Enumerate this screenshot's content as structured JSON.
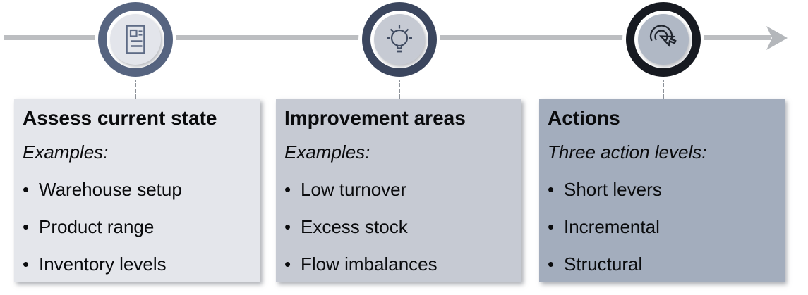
{
  "figure": {
    "type": "three-step-process-timeline",
    "direction": "left-to-right"
  },
  "timeline": {
    "line_color": "#bcbec1",
    "arrow_color": "#b4b7bb",
    "connector_color": "#8d9299"
  },
  "steps": [
    {
      "icon": "document-report-icon",
      "ring_color": "#566480",
      "inner_color": "#e3e5eb",
      "icon_color": "#5e6b86",
      "card_bg": "#e4e6eb",
      "title": "Assess current state",
      "subtitle": "Examples:",
      "bullet_char": "•",
      "bullets": [
        "Warehouse setup",
        "Product range",
        "Inventory levels"
      ]
    },
    {
      "icon": "lightbulb-idea-icon",
      "ring_color": "#3b465e",
      "inner_color": "#c6cad3",
      "icon_color": "#414c62",
      "card_bg": "#c6cad3",
      "title": "Improvement areas",
      "subtitle": "Examples:",
      "bullet_char": "•",
      "bullets": [
        "Low turnover",
        "Excess stock",
        "Flow imbalances"
      ]
    },
    {
      "icon": "cursor-click-icon",
      "ring_color": "#171a21",
      "inner_color": "#b0b8c5",
      "icon_color": "#20252e",
      "card_bg": "#a3adbd",
      "title": "Actions",
      "subtitle": "Three action levels:",
      "bullet_char": "•",
      "bullets": [
        "Short levers",
        "Incremental",
        "Structural"
      ]
    }
  ]
}
